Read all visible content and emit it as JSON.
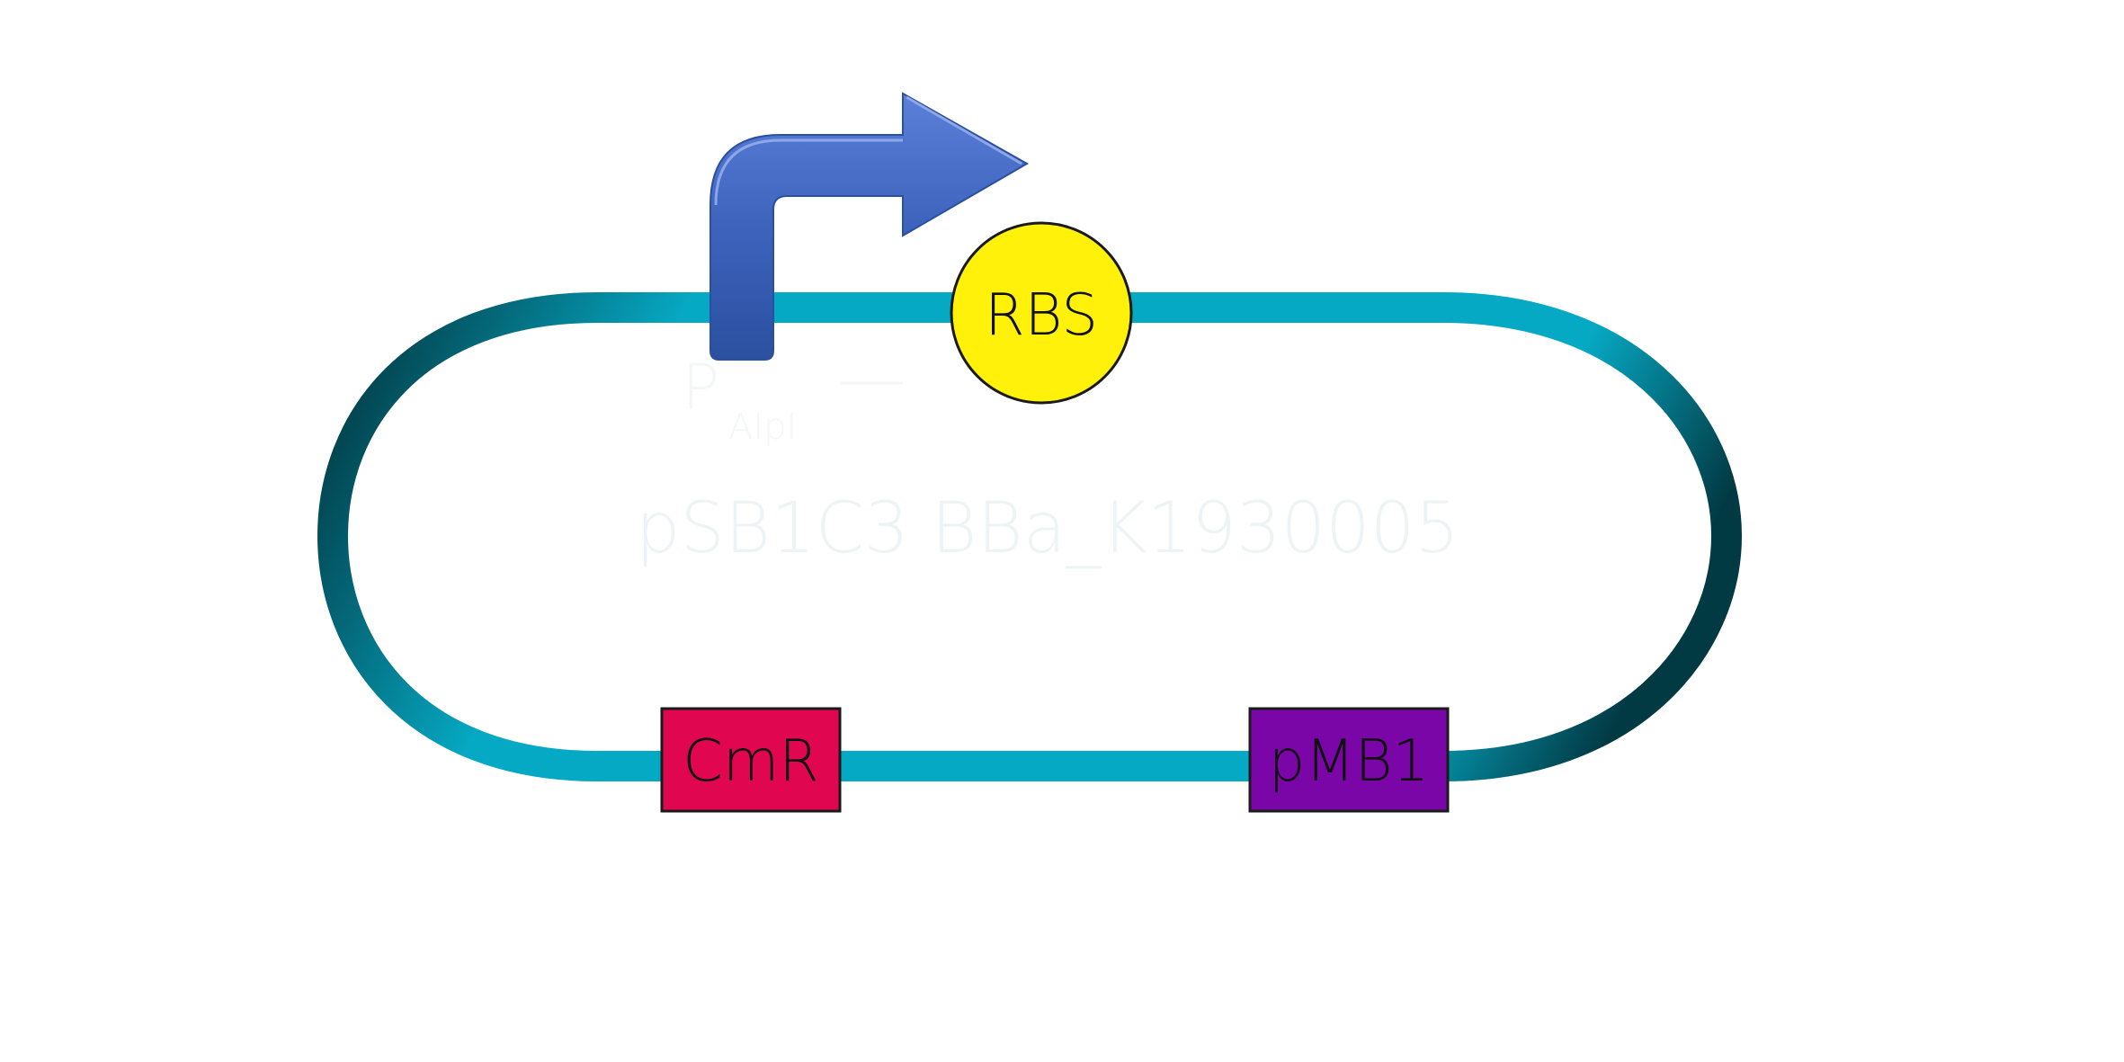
{
  "plasmid": {
    "title": "pSB1C3 BBa_K1930005",
    "backbone_color": "#06a9c4",
    "backbone_shadow_color": "#023a44"
  },
  "parts": {
    "promoter": {
      "label": "P",
      "subscript": "AIpI",
      "icon": "bent-arrow-promoter-icon",
      "color": "#3658b0"
    },
    "rbs": {
      "label": "RBS",
      "icon": "circle-rbs-icon",
      "color": "#fff10a"
    },
    "resistance": {
      "label": "CmR",
      "color": "#e0064f"
    },
    "origin": {
      "label": "pMB1",
      "color": "#7a06a8"
    }
  }
}
